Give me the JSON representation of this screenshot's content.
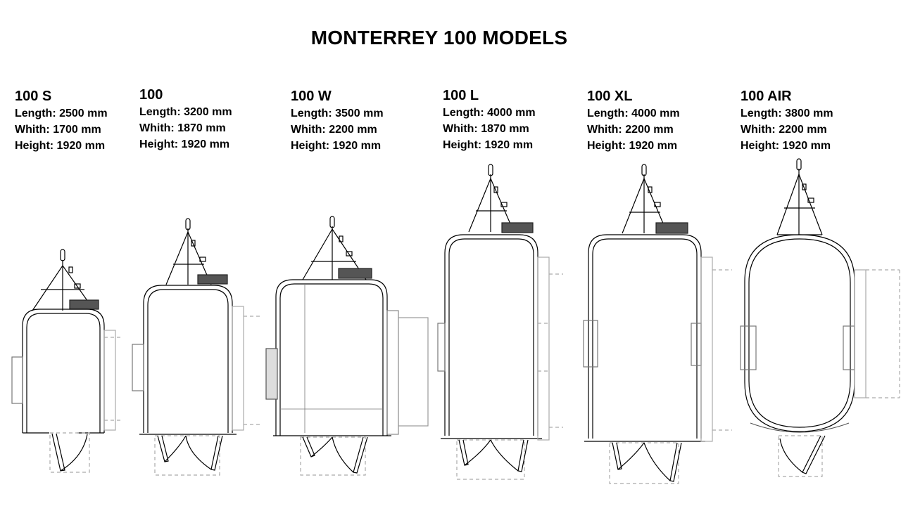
{
  "title": "MONTERREY 100 MODELS",
  "models": [
    {
      "name": "100 S",
      "length": "Length: 2500 mm",
      "width": "Whith: 1700 mm",
      "height": "Height: 1920 mm"
    },
    {
      "name": "100",
      "length": "Length: 3200 mm",
      "width": "Whith: 1870 mm",
      "height": "Height: 1920 mm"
    },
    {
      "name": "100 W",
      "length": "Length: 3500 mm",
      "width": "Whith: 2200 mm",
      "height": "Height: 1920 mm"
    },
    {
      "name": "100 L",
      "length": "Length: 4000 mm",
      "width": "Whith: 1870 mm",
      "height": "Height: 1920 mm"
    },
    {
      "name": "100 XL",
      "length": "Length: 4000 mm",
      "width": "Whith: 2200 mm",
      "height": "Height: 1920 mm"
    },
    {
      "name": "100 AIR",
      "length": "Length: 3800 mm",
      "width": "Whith: 2200 mm",
      "height": "Height: 1920 mm"
    }
  ],
  "colors": {
    "outline": "#000000",
    "equipment": "#555555",
    "dashed": "#999999"
  }
}
